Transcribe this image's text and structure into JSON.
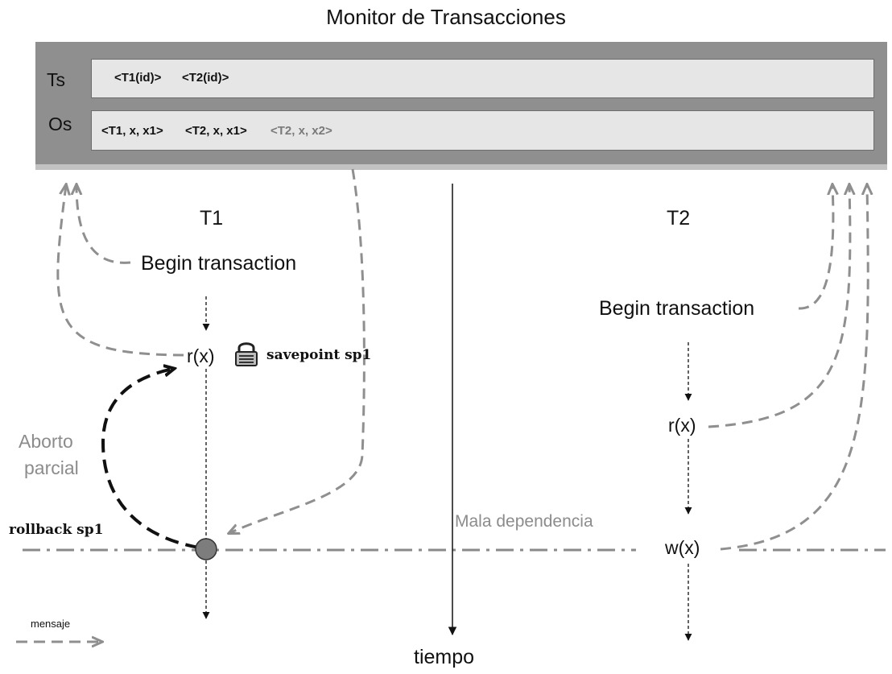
{
  "title": "Monitor de Transacciones",
  "monitor": {
    "ts_label": "Ts",
    "os_label": "Os",
    "ts_entries": [
      "<T1(id)>",
      "<T2(id)>"
    ],
    "os_entries": [
      {
        "text": "<T1, x, x1>",
        "faded": false
      },
      {
        "text": "<T2, x, x1>",
        "faded": false
      },
      {
        "text": "<T2, x, x2>",
        "faded": true
      }
    ]
  },
  "t1": {
    "name": "T1",
    "begin": "Begin transaction",
    "read": "r(x)",
    "savepoint": "savepoint sp1",
    "rollback": "rollback sp1",
    "abort_line1": "Aborto",
    "abort_line2": "parcial"
  },
  "t2": {
    "name": "T2",
    "begin": "Begin transaction",
    "read": "r(x)",
    "write": "w(x)"
  },
  "bad_dependency": "Mala dependencia",
  "time_axis": "tiempo",
  "legend": {
    "message": "mensaje"
  },
  "icons": {
    "savepoint": "lock-icon"
  },
  "colors": {
    "message_arrow": "#8f8f8f",
    "rollback_arrow": "#111111",
    "monitor_bg": "#8f8f8f"
  }
}
